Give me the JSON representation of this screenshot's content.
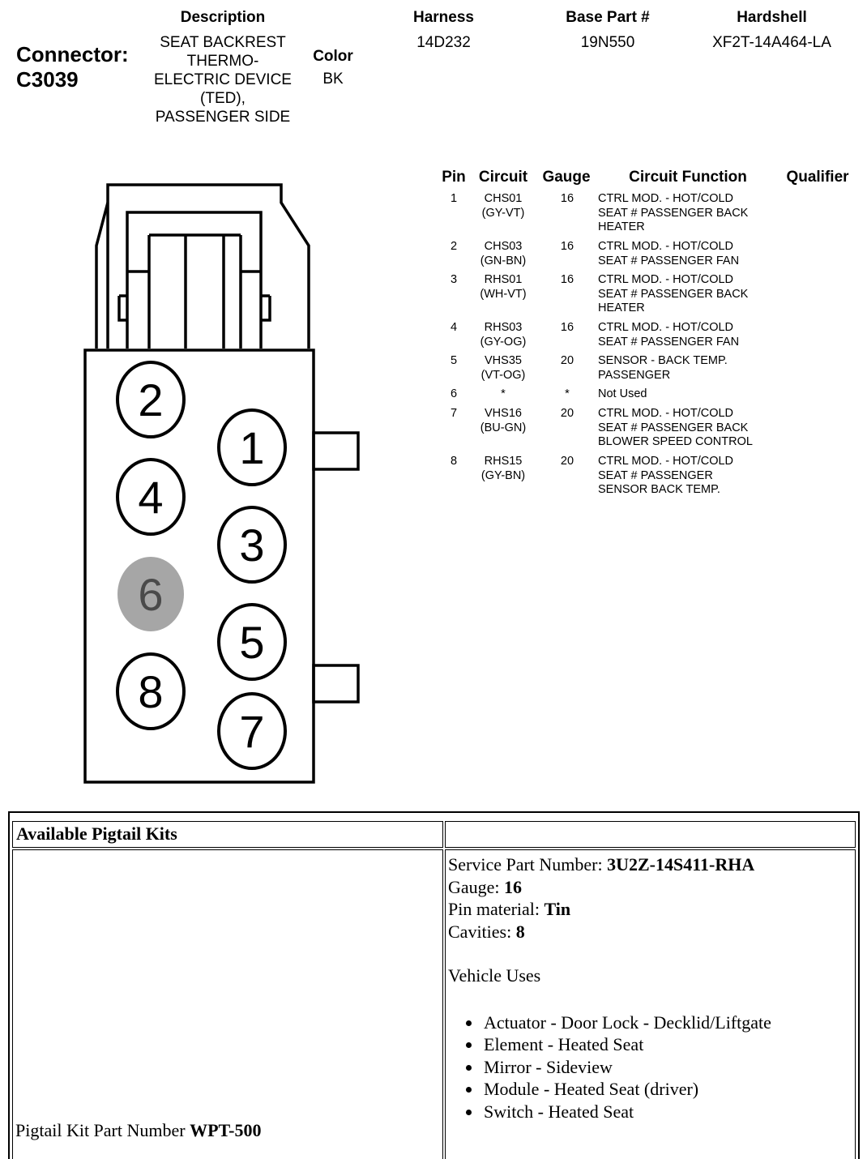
{
  "header": {
    "description_label": "Description",
    "harness_label": "Harness",
    "base_part_label": "Base Part #",
    "hardshell_label": "Hardshell",
    "connector_label": "Connector:",
    "connector_id": "C3039",
    "description_lines": [
      "SEAT BACKREST",
      "THERMO-",
      "ELECTRIC DEVICE",
      "(TED),",
      "PASSENGER SIDE"
    ],
    "color_label": "Color",
    "color_value": "BK",
    "harness_value": "14D232",
    "base_part_value": "19N550",
    "hardshell_value": "XF2T-14A464-LA"
  },
  "pin_table": {
    "columns": [
      "Pin",
      "Circuit",
      "Gauge",
      "Circuit Function",
      "Qualifier"
    ],
    "rows": [
      {
        "pin": "1",
        "circuit": [
          "CHS01",
          "(GY-VT)"
        ],
        "gauge": "16",
        "function": [
          "CTRL MOD. - HOT/COLD",
          "SEAT # PASSENGER BACK",
          "HEATER"
        ]
      },
      {
        "pin": "2",
        "circuit": [
          "CHS03",
          "(GN-BN)"
        ],
        "gauge": "16",
        "function": [
          "CTRL MOD. - HOT/COLD",
          "SEAT # PASSENGER FAN"
        ]
      },
      {
        "pin": "3",
        "circuit": [
          "RHS01",
          "(WH-VT)"
        ],
        "gauge": "16",
        "function": [
          "CTRL MOD. - HOT/COLD",
          "SEAT # PASSENGER BACK",
          "HEATER"
        ]
      },
      {
        "pin": "4",
        "circuit": [
          "RHS03",
          "(GY-OG)"
        ],
        "gauge": "16",
        "function": [
          "CTRL MOD. - HOT/COLD",
          "SEAT # PASSENGER FAN"
        ]
      },
      {
        "pin": "5",
        "circuit": [
          "VHS35",
          "(VT-OG)"
        ],
        "gauge": "20",
        "function": [
          "SENSOR - BACK TEMP.",
          "PASSENGER"
        ]
      },
      {
        "pin": "6",
        "circuit": [
          "*"
        ],
        "gauge": "*",
        "function": [
          "Not Used"
        ]
      },
      {
        "pin": "7",
        "circuit": [
          "VHS16",
          "(BU-GN)"
        ],
        "gauge": "20",
        "function": [
          "CTRL MOD. - HOT/COLD",
          "SEAT # PASSENGER BACK",
          "BLOWER SPEED CONTROL"
        ]
      },
      {
        "pin": "8",
        "circuit": [
          "RHS15",
          "(GY-BN)"
        ],
        "gauge": "20",
        "function": [
          "CTRL MOD. - HOT/COLD",
          "SEAT # PASSENGER",
          "SENSOR BACK TEMP."
        ]
      }
    ]
  },
  "connector_face": {
    "pins": [
      "2",
      "1",
      "4",
      "3",
      "6",
      "5",
      "8",
      "7"
    ],
    "unused_pin": "6",
    "unused_color": "#a6a6a6"
  },
  "pigtail": {
    "title": "Available Pigtail Kits",
    "service_part_label": "Service Part Number:",
    "service_part_value": "3U2Z-14S411-RHA",
    "gauge_label": "Gauge:",
    "gauge_value": "16",
    "pin_material_label": "Pin material:",
    "pin_material_value": "Tin",
    "cavities_label": "Cavities:",
    "cavities_value": "8",
    "vehicle_uses_label": "Vehicle Uses",
    "vehicle_uses": [
      "Actuator - Door Lock - Decklid/Liftgate",
      "Element - Heated Seat",
      "Mirror - Sideview",
      "Module - Heated Seat (driver)",
      "Switch - Heated Seat"
    ],
    "kit_part_label": "Pigtail Kit Part Number",
    "kit_part_value": "WPT-500"
  }
}
